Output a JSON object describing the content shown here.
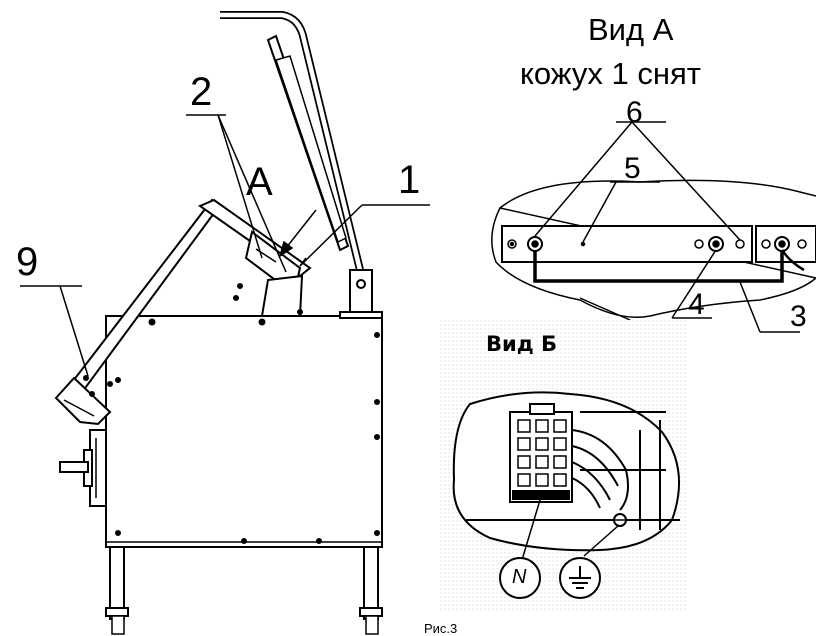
{
  "labels": {
    "view_a_title": "Вид А",
    "view_a_subtitle": "кожух 1 снят",
    "view_b_title": "Вид Б",
    "letter_a": "A",
    "callout_1": "1",
    "callout_2": "2",
    "callout_3": "3",
    "callout_4": "4",
    "callout_5": "5",
    "callout_6": "6",
    "callout_9": "9",
    "neutral": "N",
    "caption": "Рис.3"
  },
  "colors": {
    "line": "#000000",
    "background": "#ffffff",
    "halftone": "#e6e6e6"
  }
}
